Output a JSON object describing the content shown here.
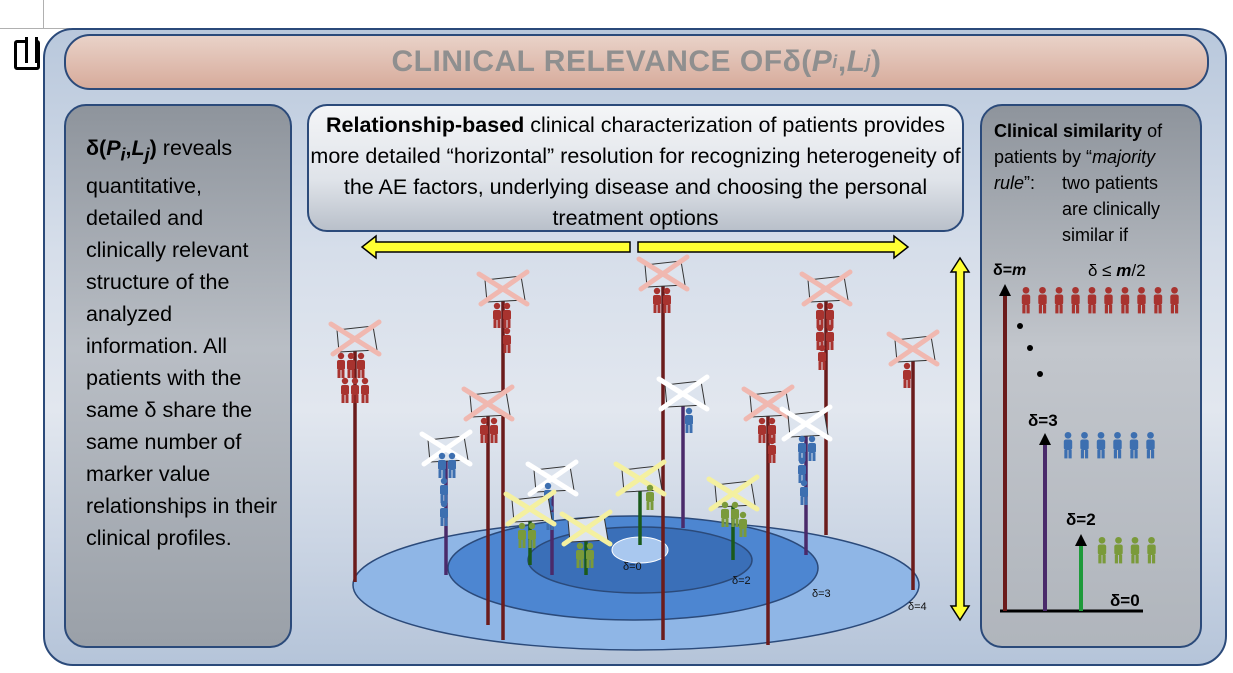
{
  "title": {
    "prefix": "CLINICAL RELEVANCE OF ",
    "delta": "δ",
    "open": "(",
    "p": "P",
    "p_sub": "i",
    "comma": ",",
    "l": "L",
    "l_sub": "j",
    "close": ")"
  },
  "left_panel": {
    "delta_expr_d": "δ(",
    "delta_expr_p": "P",
    "delta_expr_psub": "i",
    "delta_expr_comma": ",",
    "delta_expr_l": "L",
    "delta_expr_lsub": "j",
    "delta_expr_close": ")",
    "text_1": " reveals quantitative, detailed and clinically relevant structure of the analyzed information.",
    "text_2": "All patients with the same δ share the same number of marker value relationships in their clinical profiles."
  },
  "top_box": {
    "bold": "Relationship-based",
    "text": " clinical characterization of patients provides more detailed “horizontal” resolution for recognizing heterogeneity of the AE factors, underlying disease and choosing the personal treatment  options"
  },
  "right_panel": {
    "bold": "Clinical similarity",
    "text_a": " of patients by “",
    "italic": "majority rule",
    "text_b": "”:",
    "text_c1": "two patients",
    "text_c2": "are clinically",
    "text_c3": "similar if",
    "condition_pre": "δ ≤ ",
    "condition_m": "m",
    "condition_post": "/2",
    "levels": [
      {
        "label": "δ=",
        "m": "m"
      },
      {
        "label": "δ=3"
      },
      {
        "label": "δ=2"
      },
      {
        "label": "δ=0"
      }
    ]
  },
  "rings": [
    "δ=0",
    "δ=2",
    "δ=3",
    "δ=4"
  ],
  "colors": {
    "red": "#a8332f",
    "blue": "#3d6fb0",
    "green": "#7a9a3a",
    "dark_red": "#6b1b1b",
    "yellow": "#ffff33"
  }
}
